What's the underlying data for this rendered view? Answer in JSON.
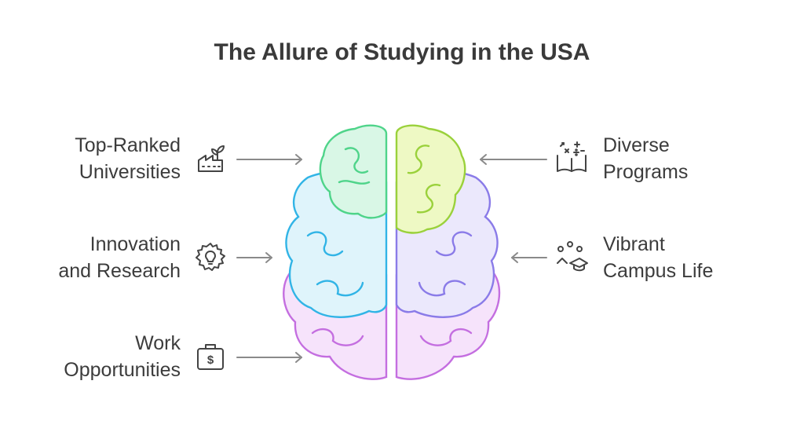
{
  "title": "The Allure of Studying in the USA",
  "left_items": [
    {
      "line1": "Top-Ranked",
      "line2": "Universities",
      "icon": "university-plant-icon"
    },
    {
      "line1": "Innovation",
      "line2": "and Research",
      "icon": "gear-lightbulb-icon"
    },
    {
      "line1": "Work",
      "line2": "Opportunities",
      "icon": "briefcase-dollar-icon"
    }
  ],
  "right_items": [
    {
      "line1": "Diverse",
      "line2": "Programs",
      "icon": "book-math-icon"
    },
    {
      "line1": "Vibrant",
      "line2": "Campus Life",
      "icon": "graduation-people-icon"
    }
  ],
  "colors": {
    "text": "#3c3c3c",
    "arrow": "#8a8a8a",
    "icon": "#444444",
    "lobe_green": "#4fd48a",
    "lobe_lime": "#9ad13b",
    "lobe_blue": "#31b4e6",
    "lobe_violet": "#8a7be8",
    "lobe_pink": "#c46ee0",
    "fill_green": "#d9f7e6",
    "fill_lime": "#eef9c4",
    "fill_blue": "#dff4fb",
    "fill_violet": "#ebe8fc",
    "fill_pink": "#f6e3fb"
  }
}
